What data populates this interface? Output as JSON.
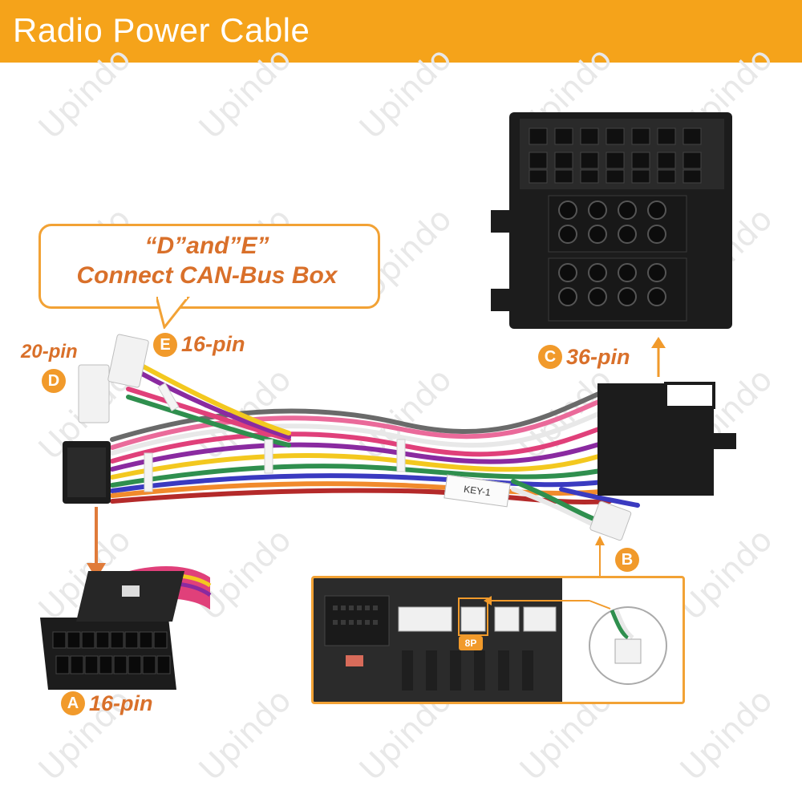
{
  "title": "Radio Power Cable",
  "watermark": "Upindo",
  "callout": {
    "line1": "“D”and”E”",
    "line2": "Connect CAN-Bus Box"
  },
  "connectors": {
    "a": {
      "badge": "A",
      "label": "16-pin"
    },
    "b": {
      "badge": "B"
    },
    "c": {
      "badge": "C",
      "label": "36-pin"
    },
    "d": {
      "badge": "D",
      "label": "20-pin"
    },
    "e": {
      "badge": "E",
      "label": "16-pin"
    }
  },
  "key_tag": "KEY-1",
  "detail_tag": "8P",
  "colors": {
    "accent": "#f5a31a",
    "label_text": "#d9702a",
    "connector_body": "#1c1c1c",
    "wires": [
      "#e0407a",
      "#8a2aa0",
      "#f3c81f",
      "#2f8f4e",
      "#e8e8e8",
      "#3a3ac0",
      "#ea6a9a",
      "#f18a2c",
      "#6a6a6a",
      "#b42a2a"
    ]
  }
}
